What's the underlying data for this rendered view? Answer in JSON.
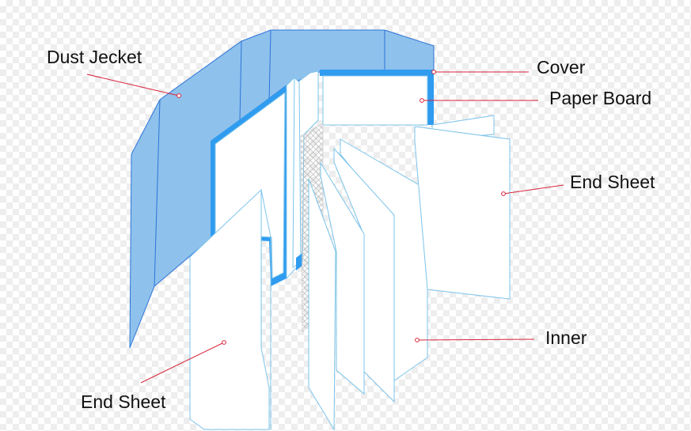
{
  "labels": {
    "dust_jacket": "Dust Jecket",
    "cover": "Cover",
    "paper_board": "Paper Board",
    "end_sheet_right": "End Sheet",
    "inner": "Inner",
    "end_sheet_left": "End Sheet"
  },
  "colors": {
    "jacket_fill": "#8ec1ec",
    "jacket_stroke": "#2e74d8",
    "cover_edge": "#2f9cf0",
    "page_stroke": "#7cc4ea",
    "leader_line": "#d9233a",
    "label_text": "#111111"
  }
}
